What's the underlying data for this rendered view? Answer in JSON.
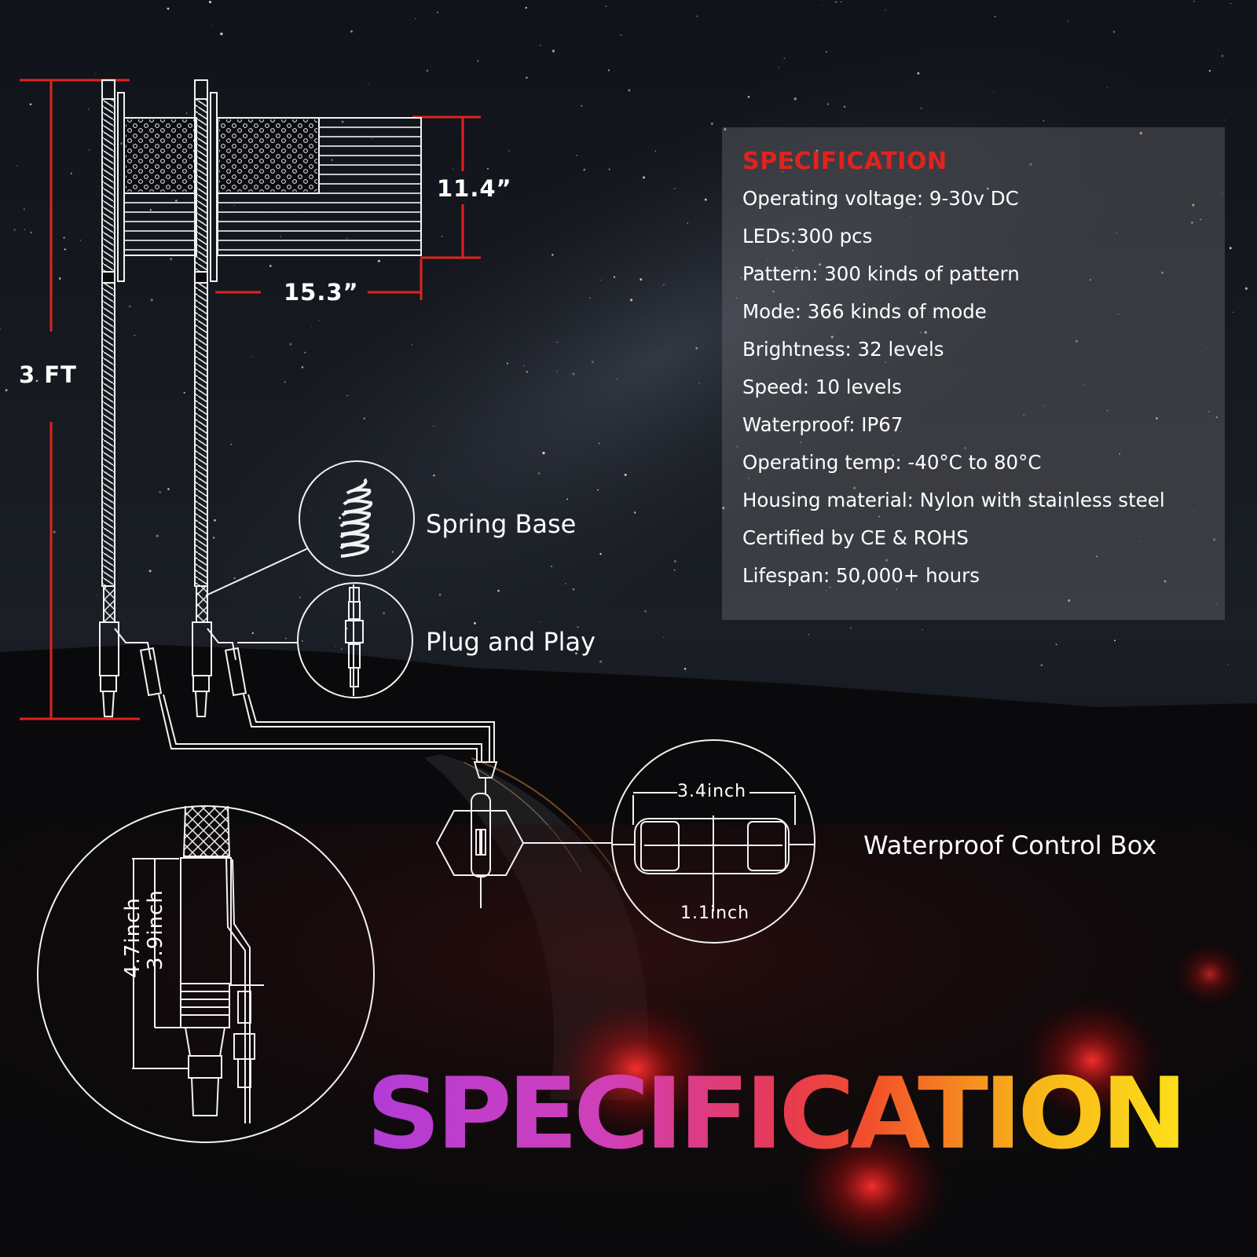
{
  "dimensions": {
    "height_total": "3 FT",
    "flag_height": "11.4”",
    "flag_width": "15.3”",
    "box_length": "3.4inch",
    "box_diameter": "1.1inch",
    "base_total": "4.7inch",
    "base_inner": "3.9inch"
  },
  "callouts": {
    "spring_base": "Spring Base",
    "plug_and_play": "Plug and Play",
    "control_box": "Waterproof Control Box"
  },
  "spec_panel": {
    "title": "SPECIFICATION",
    "lines": [
      "Operating voltage: 9-30v DC",
      "LEDs:300 pcs",
      "Pattern: 300 kinds of pattern",
      "Mode: 366 kinds of mode",
      "Brightness: 32 levels",
      "Speed: 10 levels",
      "Waterproof: IP67",
      "Operating temp: -40°C to 80°C",
      "Housing material: Nylon with stainless steel",
      "Certified by CE & ROHS",
      "Lifespan: 50,000+ hours"
    ]
  },
  "banner": "SPECIFICATION",
  "colors": {
    "dimension_red": "#e0231e",
    "line_white": "#f2f2f2",
    "spec_title_red": "#e0231e"
  }
}
